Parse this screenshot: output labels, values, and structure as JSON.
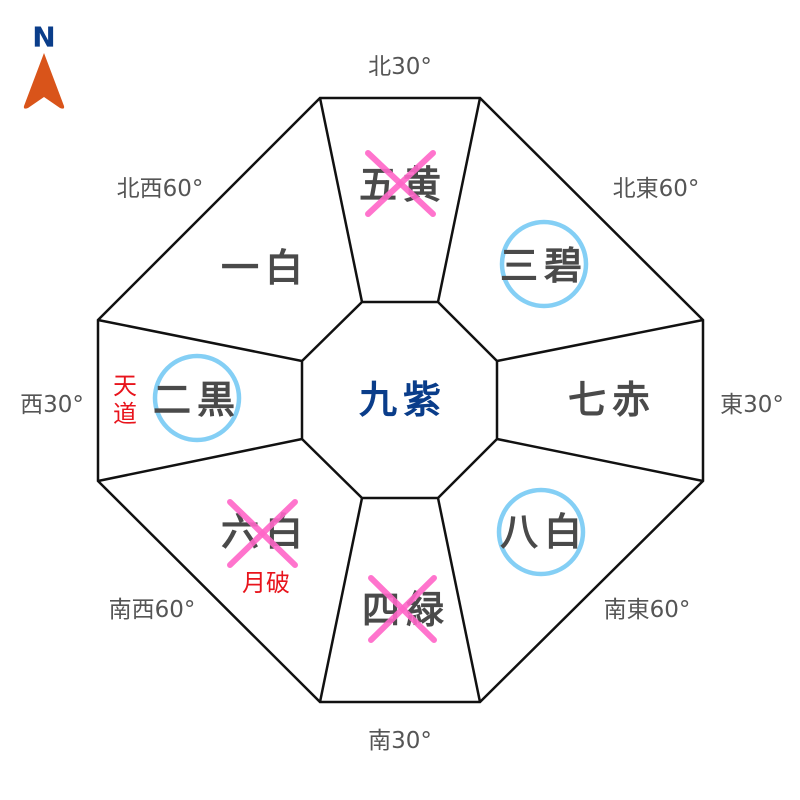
{
  "compass": {
    "north_label": "N",
    "arrow_color": "#d9541a",
    "n_color": "#0a3d8a"
  },
  "directions": {
    "n": "北30°",
    "ne": "北東60°",
    "e": "東30°",
    "se": "南東60°",
    "s": "南30°",
    "sw": "南西60°",
    "w": "西30°",
    "nw": "北西60°"
  },
  "stars": {
    "center": "九紫",
    "n": "五黄",
    "ne": "三碧",
    "e": "七赤",
    "se": "八白",
    "s": "四緑",
    "sw": "六白",
    "w": "二黒",
    "nw": "一白"
  },
  "marks": {
    "circled": [
      "三碧",
      "二黒",
      "八白"
    ],
    "crossed": [
      "五黄",
      "六白",
      "四緑"
    ],
    "circle_color": "#84cff5",
    "cross_color": "#ff66c8"
  },
  "notes": {
    "tendo_1": "天",
    "tendo_2": "道",
    "geppa": "月破"
  }
}
